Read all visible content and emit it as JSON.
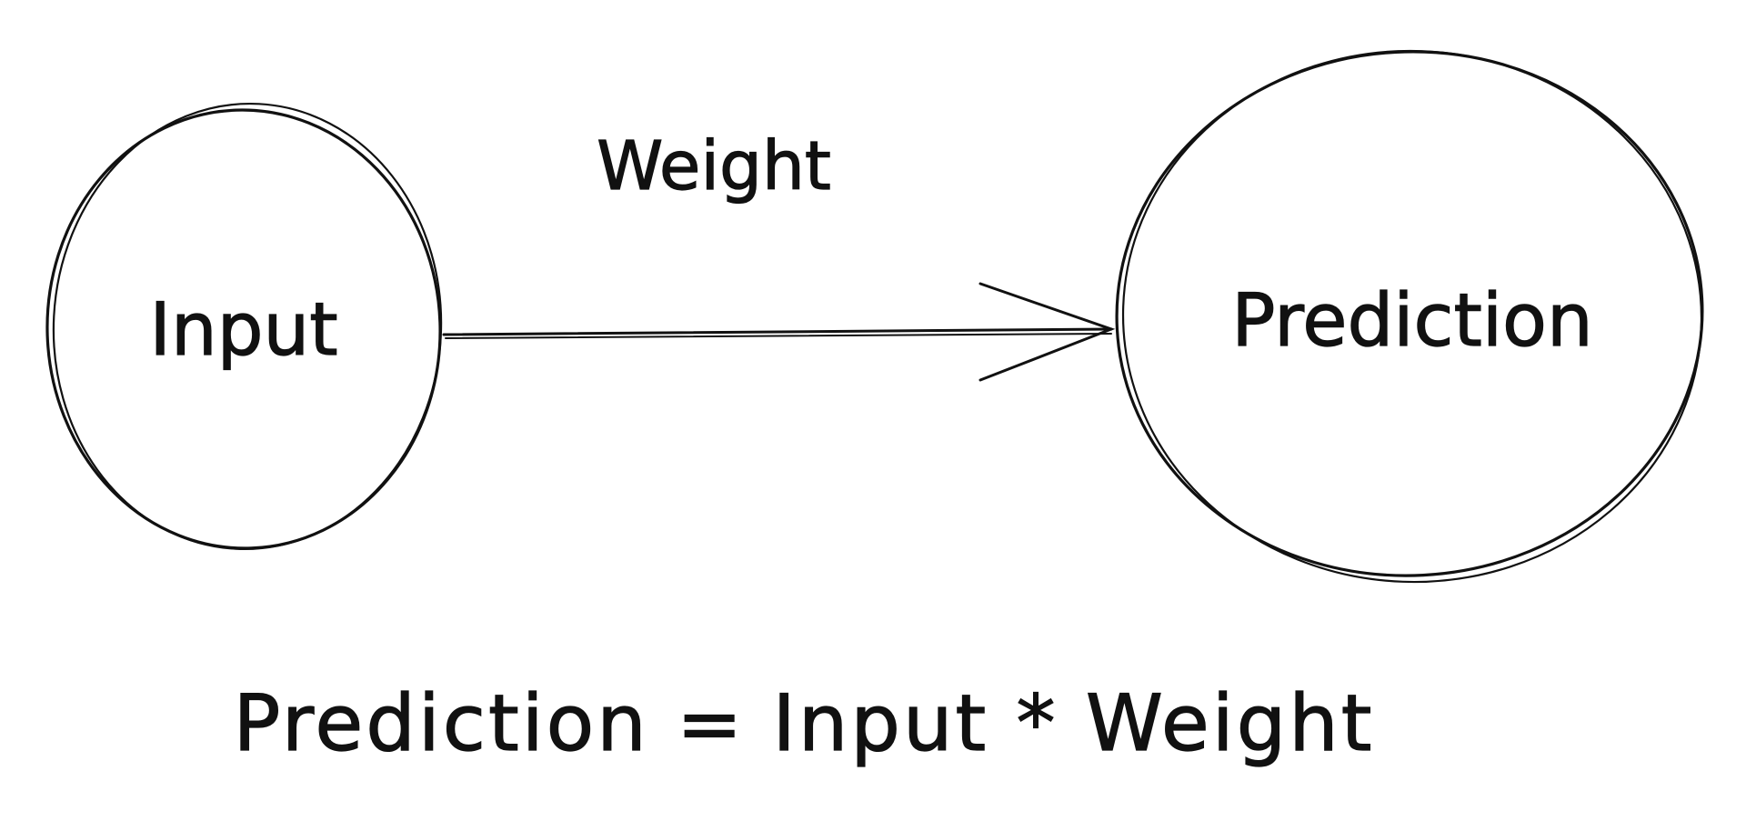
{
  "diagram": {
    "nodes": [
      {
        "id": "input",
        "label": "Input"
      },
      {
        "id": "prediction",
        "label": "Prediction"
      }
    ],
    "edges": [
      {
        "from": "input",
        "to": "prediction",
        "label": "Weight"
      }
    ],
    "formula": "Prediction = Input * Weight"
  },
  "colors": {
    "ink": "#111111",
    "background": "#ffffff"
  }
}
